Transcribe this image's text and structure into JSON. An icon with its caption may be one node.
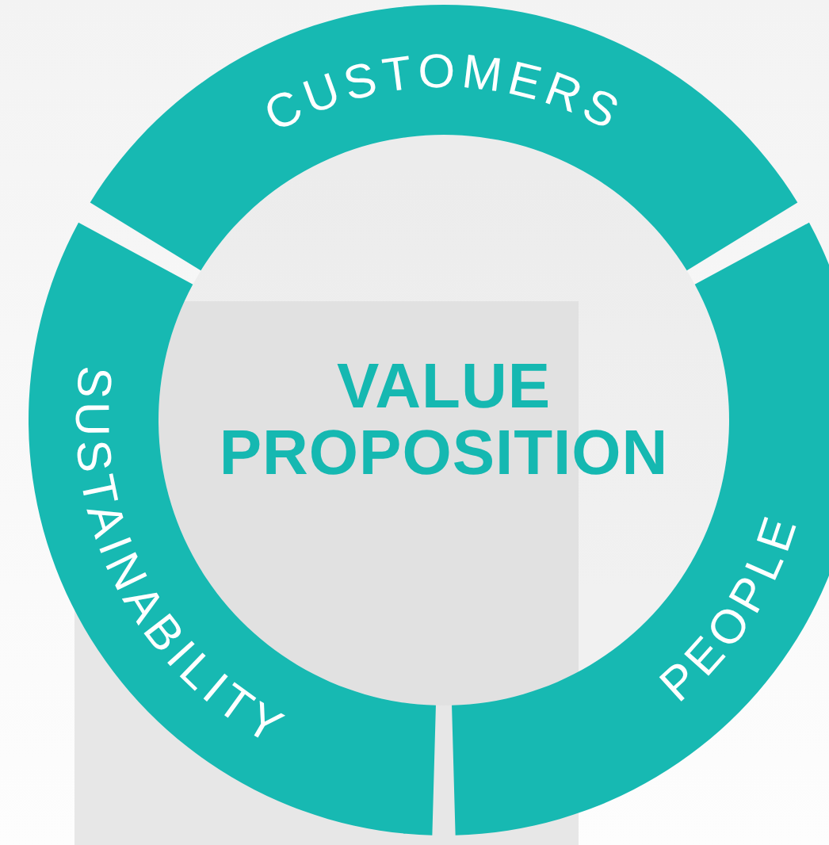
{
  "diagram": {
    "nodes": [
      {
        "text": [
          "CUSTOMERS"
        ]
      },
      {
        "text": [
          "SUSTAINABILITY"
        ]
      },
      {
        "text": [
          "VALUE PROPOSITION"
        ]
      },
      {
        "text": [
          "PEOPLE"
        ]
      }
    ]
  }
}
